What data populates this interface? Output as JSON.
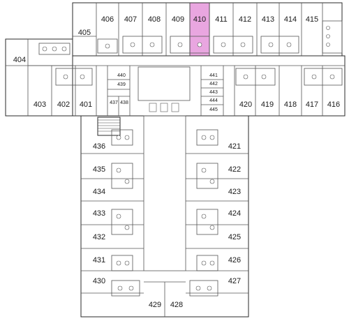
{
  "highlight_color": "#e9a6e0",
  "wall_color": "#2a2a2a",
  "highlighted_room": "410",
  "rooms": {
    "r401": "401",
    "r402": "402",
    "r403": "403",
    "r404": "404",
    "r405": "405",
    "r406": "406",
    "r407": "407",
    "r408": "408",
    "r409": "409",
    "r410": "410",
    "r411": "411",
    "r412": "412",
    "r413": "413",
    "r414": "414",
    "r415": "415",
    "r416": "416",
    "r417": "417",
    "r418": "418",
    "r419": "419",
    "r420": "420",
    "r421": "421",
    "r422": "422",
    "r423": "423",
    "r424": "424",
    "r425": "425",
    "r426": "426",
    "r427": "427",
    "r428": "428",
    "r429": "429",
    "r430": "430",
    "r431": "431",
    "r432": "432",
    "r433": "433",
    "r434": "434",
    "r435": "435",
    "r436": "436",
    "r437": "437",
    "r438": "438",
    "r439": "439",
    "r440": "440",
    "r441": "441",
    "r442": "442",
    "r443": "443",
    "r444": "444",
    "r445": "445"
  }
}
